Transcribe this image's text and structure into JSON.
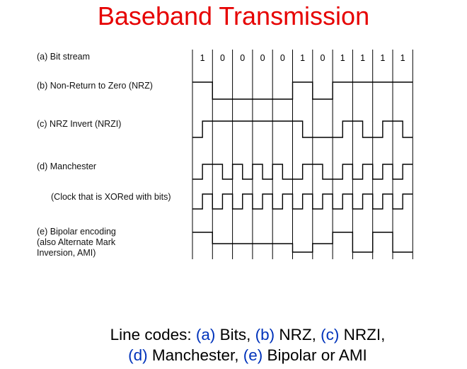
{
  "title": "Baseband Transmission",
  "colors": {
    "title": "#e60000",
    "caption_letters": "#0033bb",
    "waveform": "#000000"
  },
  "bits": [
    "1",
    "0",
    "0",
    "0",
    "0",
    "1",
    "0",
    "1",
    "1",
    "1",
    "1"
  ],
  "rows": [
    {
      "key": "bit_stream",
      "label": "(a) Bit stream"
    },
    {
      "key": "nrz",
      "label": "(b) Non-Return to Zero (NRZ)"
    },
    {
      "key": "nrzi",
      "label": "(c) NRZ Invert (NRZI)"
    },
    {
      "key": "manchester",
      "label": "(d) Manchester"
    },
    {
      "key": "clock",
      "label": "(Clock that is XORed with bits)"
    },
    {
      "key": "bipolar",
      "label": "(e) Bipolar encoding\n(also Alternate Mark\nInversion, AMI)"
    }
  ],
  "caption": {
    "prefix": "Line codes: ",
    "items": [
      {
        "letter": "(a)",
        "text": " Bits, "
      },
      {
        "letter": "(b)",
        "text": " NRZ, "
      },
      {
        "letter": "(c)",
        "text": " NRZI,"
      },
      {
        "letter": "(d)",
        "text": " Manchester, "
      },
      {
        "letter": "(e)",
        "text": " Bipolar or AMI"
      }
    ]
  }
}
